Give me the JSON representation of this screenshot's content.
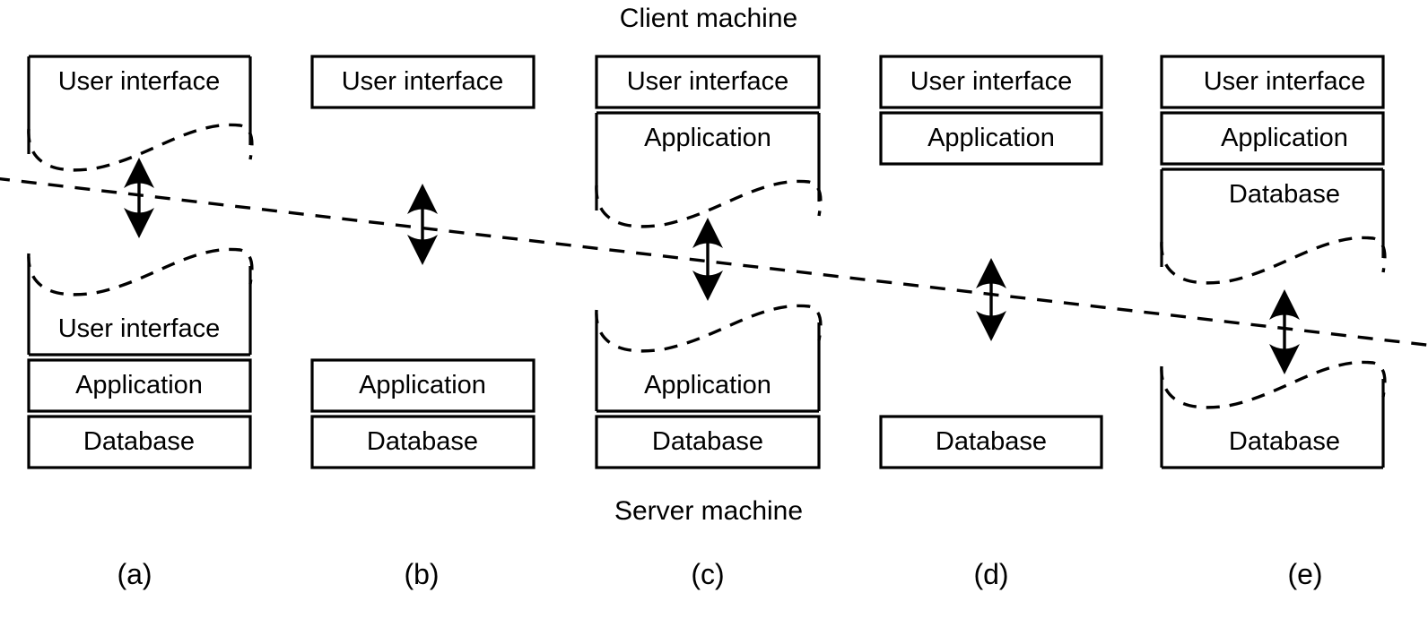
{
  "diagram": {
    "title_top": "Client machine",
    "title_bottom": "Server machine",
    "divider_label": "client-server-split-dashed-line",
    "columns": [
      {
        "id": "a",
        "caption": "(a)",
        "client_tiers": [
          {
            "label": "User interface",
            "cut": "bottom"
          }
        ],
        "server_tiers": [
          {
            "label": "User interface",
            "cut": "top"
          },
          {
            "label": "Application",
            "cut": "none"
          },
          {
            "label": "Database",
            "cut": "none"
          }
        ]
      },
      {
        "id": "b",
        "caption": "(b)",
        "client_tiers": [
          {
            "label": "User interface",
            "cut": "none"
          }
        ],
        "server_tiers": [
          {
            "label": "Application",
            "cut": "none"
          },
          {
            "label": "Database",
            "cut": "none"
          }
        ]
      },
      {
        "id": "c",
        "caption": "(c)",
        "client_tiers": [
          {
            "label": "User interface",
            "cut": "none"
          },
          {
            "label": "Application",
            "cut": "bottom"
          }
        ],
        "server_tiers": [
          {
            "label": "Application",
            "cut": "top"
          },
          {
            "label": "Database",
            "cut": "none"
          }
        ]
      },
      {
        "id": "d",
        "caption": "(d)",
        "client_tiers": [
          {
            "label": "User interface",
            "cut": "none"
          },
          {
            "label": "Application",
            "cut": "none"
          }
        ],
        "server_tiers": [
          {
            "label": "Database",
            "cut": "none"
          }
        ]
      },
      {
        "id": "e",
        "caption": "(e)",
        "client_tiers": [
          {
            "label": "User interface",
            "cut": "none"
          },
          {
            "label": "Application",
            "cut": "none"
          },
          {
            "label": "Database",
            "cut": "bottom"
          }
        ],
        "server_tiers": [
          {
            "label": "Database",
            "cut": "top"
          }
        ]
      }
    ],
    "colors": {
      "background": "#ffffff",
      "stroke": "#000000",
      "text": "#000000"
    }
  }
}
